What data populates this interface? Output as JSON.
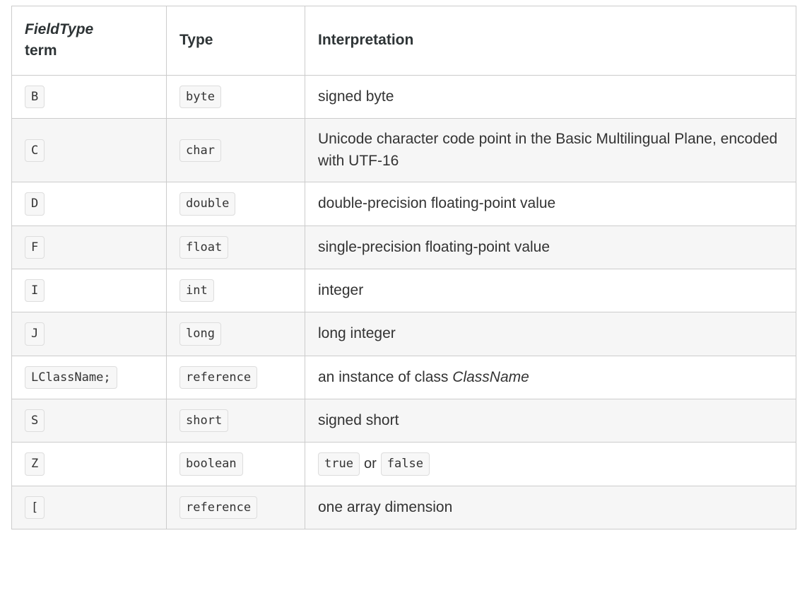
{
  "table": {
    "caption": "",
    "columns": [
      {
        "id": "term",
        "header_line1": "FieldType",
        "header_line2": "term"
      },
      {
        "id": "type",
        "header": "Type"
      },
      {
        "id": "interp",
        "header": "Interpretation"
      }
    ],
    "rows": [
      {
        "term": "B",
        "type": "byte",
        "interpretation": "signed byte",
        "shaded": false
      },
      {
        "term": "C",
        "type": "char",
        "interpretation": "Unicode character code point in the Basic Multilingual Plane, encoded with UTF-16",
        "shaded": true
      },
      {
        "term": "D",
        "type": "double",
        "interpretation": "double-precision floating-point value",
        "shaded": false
      },
      {
        "term": "F",
        "type": "float",
        "interpretation": "single-precision floating-point value",
        "shaded": true
      },
      {
        "term": "I",
        "type": "int",
        "interpretation": "integer",
        "shaded": false
      },
      {
        "term": "J",
        "type": "long",
        "interpretation": "long integer",
        "shaded": true
      },
      {
        "term": "LClassName;",
        "type": "reference",
        "interpretation_prefix": "an instance of class ",
        "interpretation_emphasis": "ClassName",
        "shaded": false
      },
      {
        "term": "S",
        "type": "short",
        "interpretation": "signed short",
        "shaded": true
      },
      {
        "term": "Z",
        "type": "boolean",
        "interpretation_code_true": "true",
        "interpretation_separator": "or",
        "interpretation_code_false": "false",
        "shaded": false
      },
      {
        "term": "[",
        "type": "reference",
        "interpretation": "one array dimension",
        "shaded": true
      }
    ]
  },
  "colors": {
    "border": "#cccccc",
    "stripe": "#f6f6f6",
    "background": "#ffffff",
    "text": "#333333",
    "header_text": "#2e3436",
    "chip_background": "#f7f7f7",
    "chip_border": "#dddddd"
  }
}
